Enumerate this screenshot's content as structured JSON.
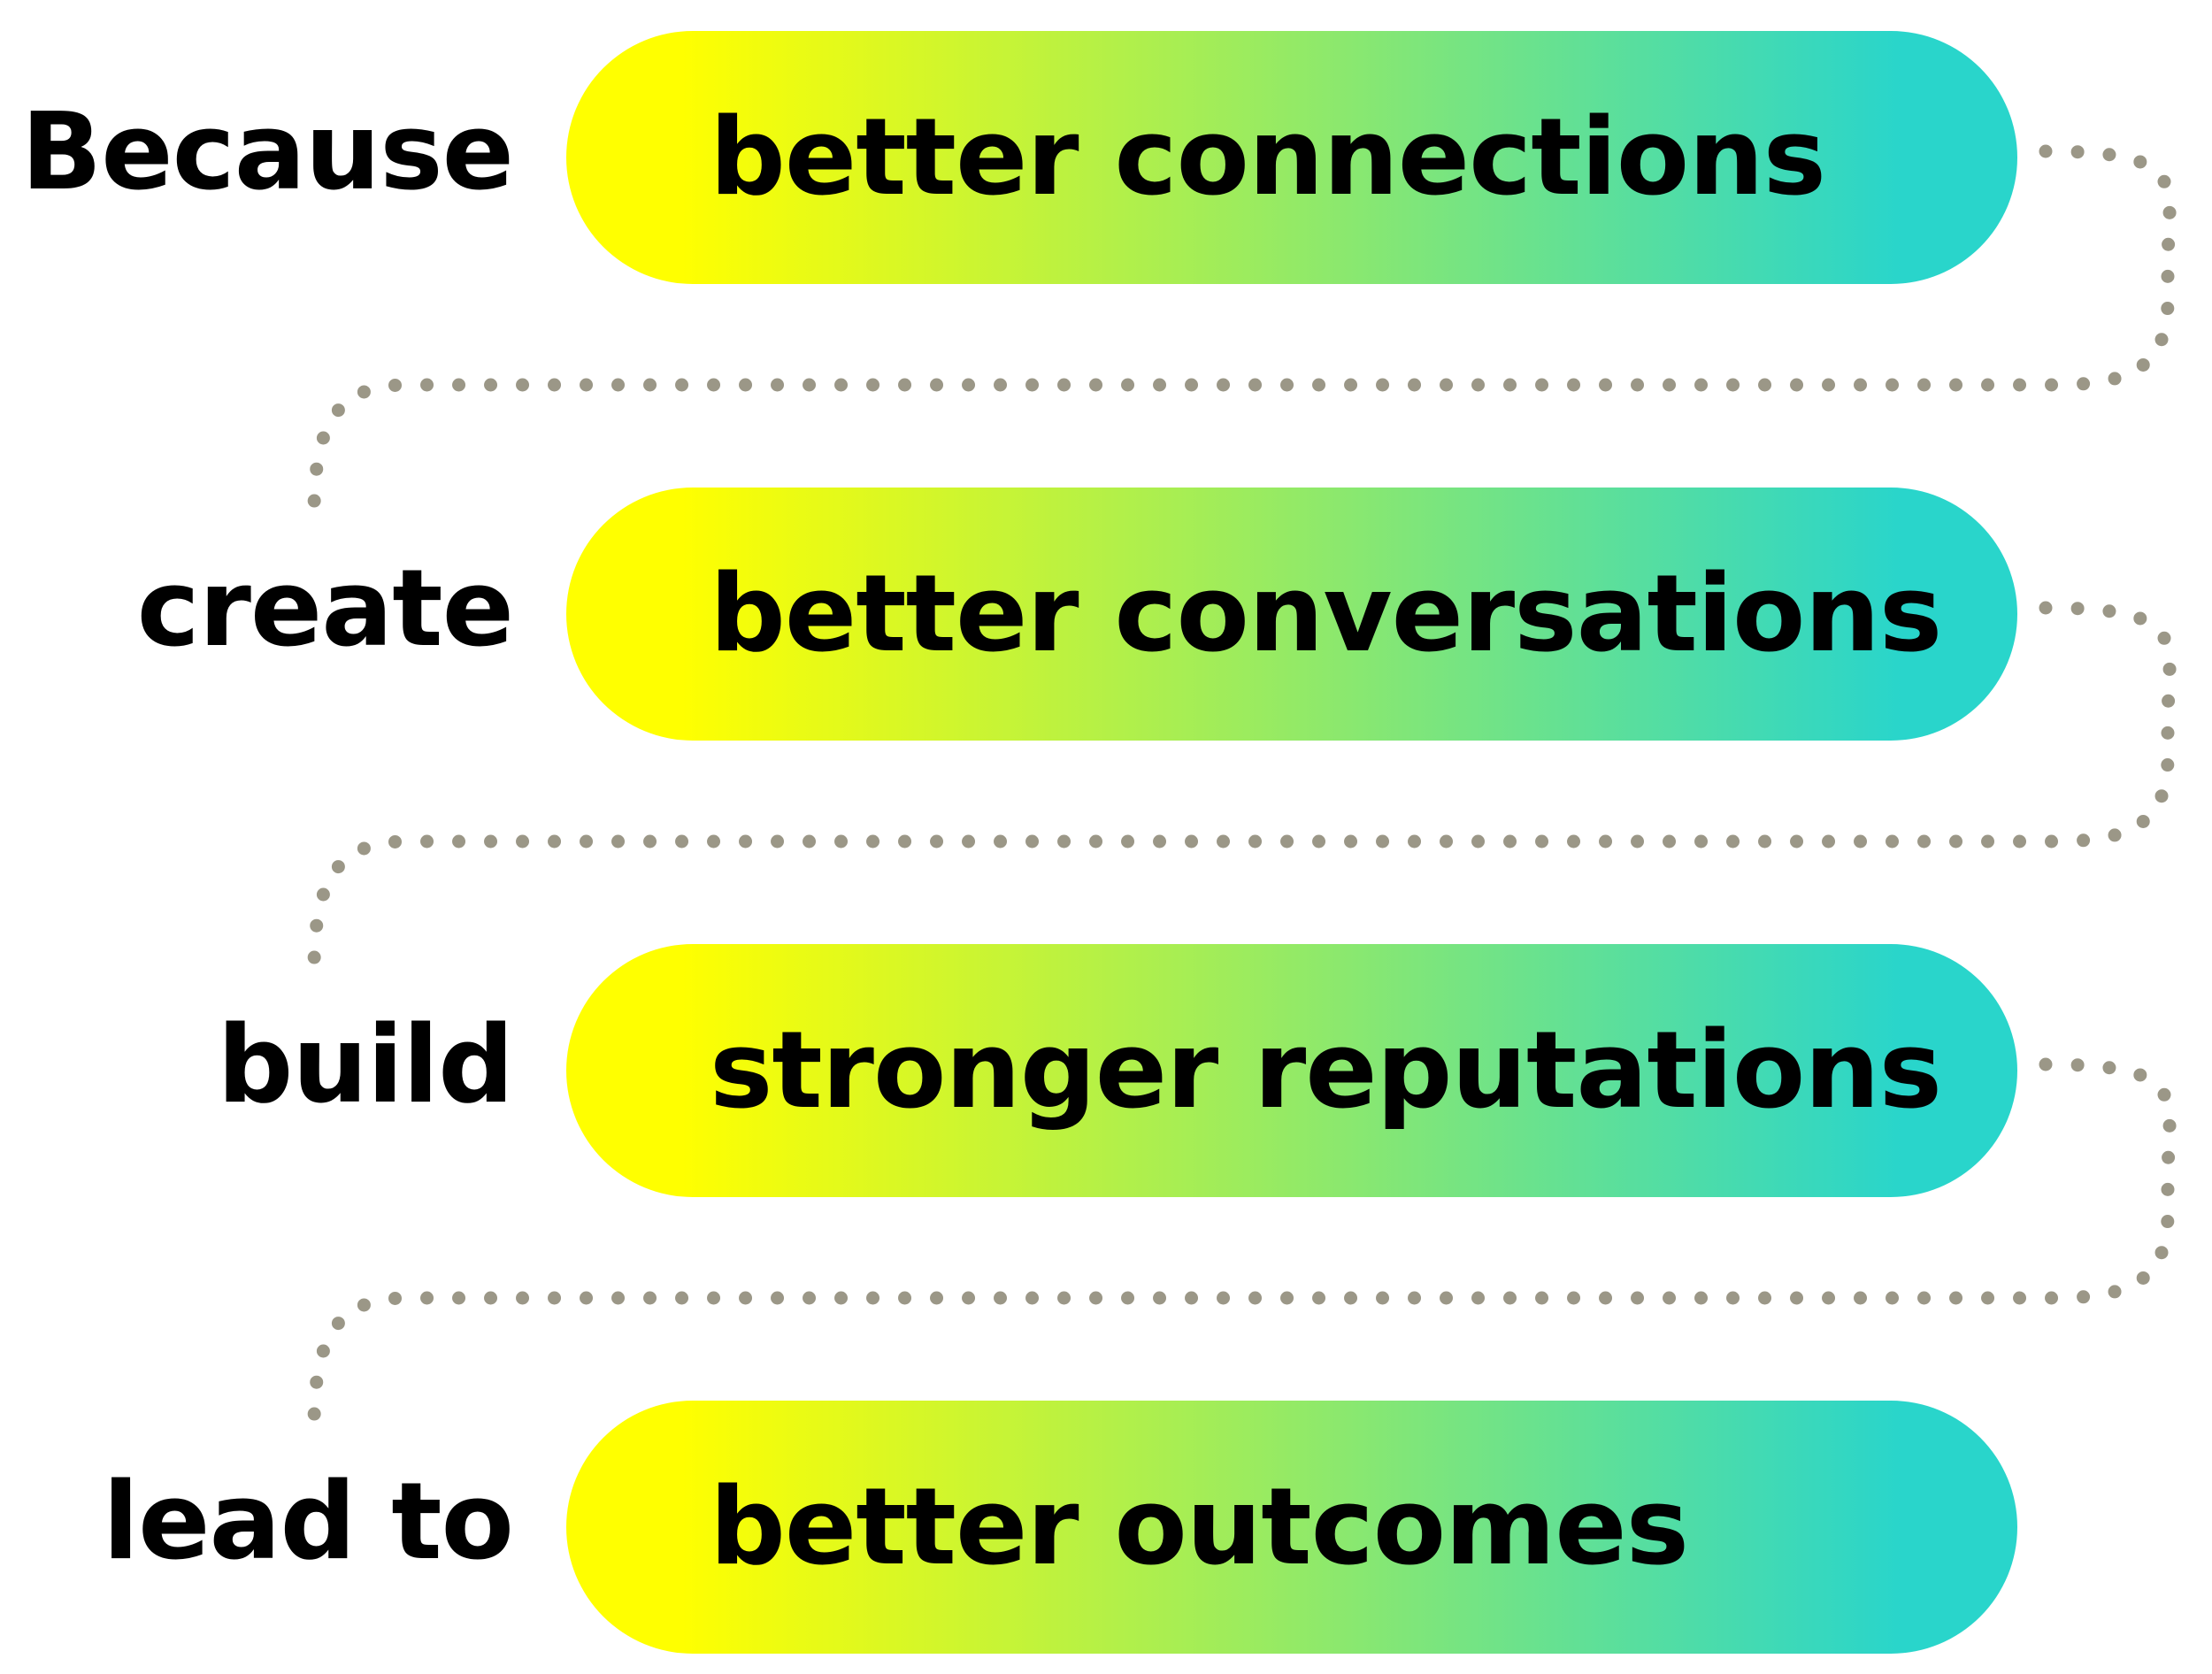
{
  "colors": {
    "gradient_start": "#FFFF00",
    "gradient_end": "#29D5CB",
    "connector_dots": "#9B9787",
    "text": "#000000"
  },
  "rows": [
    {
      "label": "Because",
      "pill": "better connections"
    },
    {
      "label": "create",
      "pill": "better conversations"
    },
    {
      "label": "build",
      "pill": "stronger reputations"
    },
    {
      "label": "lead to",
      "pill": "better outcomes"
    }
  ]
}
